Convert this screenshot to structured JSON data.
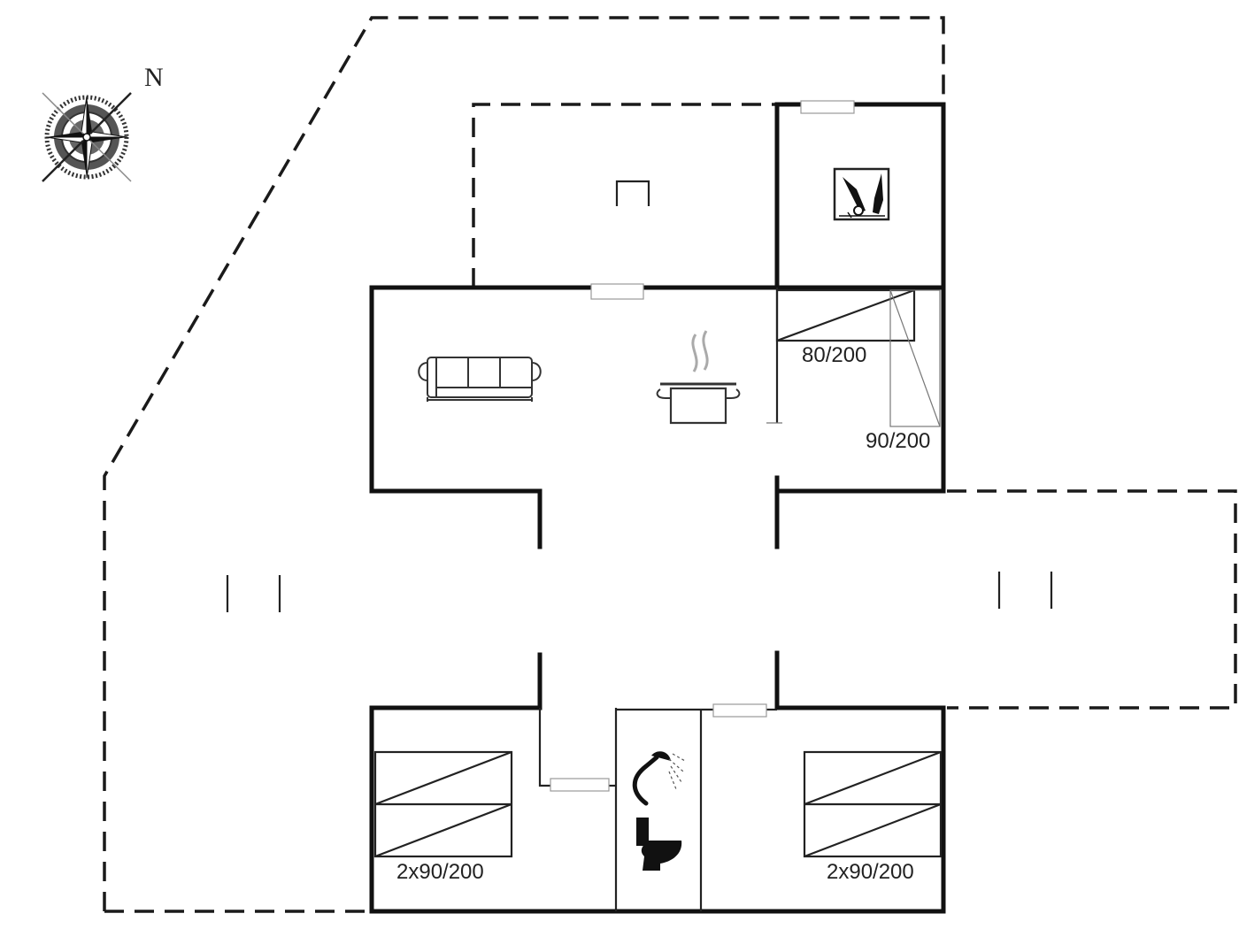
{
  "compass": {
    "north_label": "N"
  },
  "beds": {
    "bed_80": "80/200",
    "bed_90": "90/200",
    "bed_left_double": "2x90/200",
    "bed_right_double": "2x90/200"
  },
  "icons": [
    "compass-icon",
    "sofa-icon",
    "cooking-pot-icon",
    "laundry-icon",
    "shower-icon",
    "toilet-icon"
  ]
}
